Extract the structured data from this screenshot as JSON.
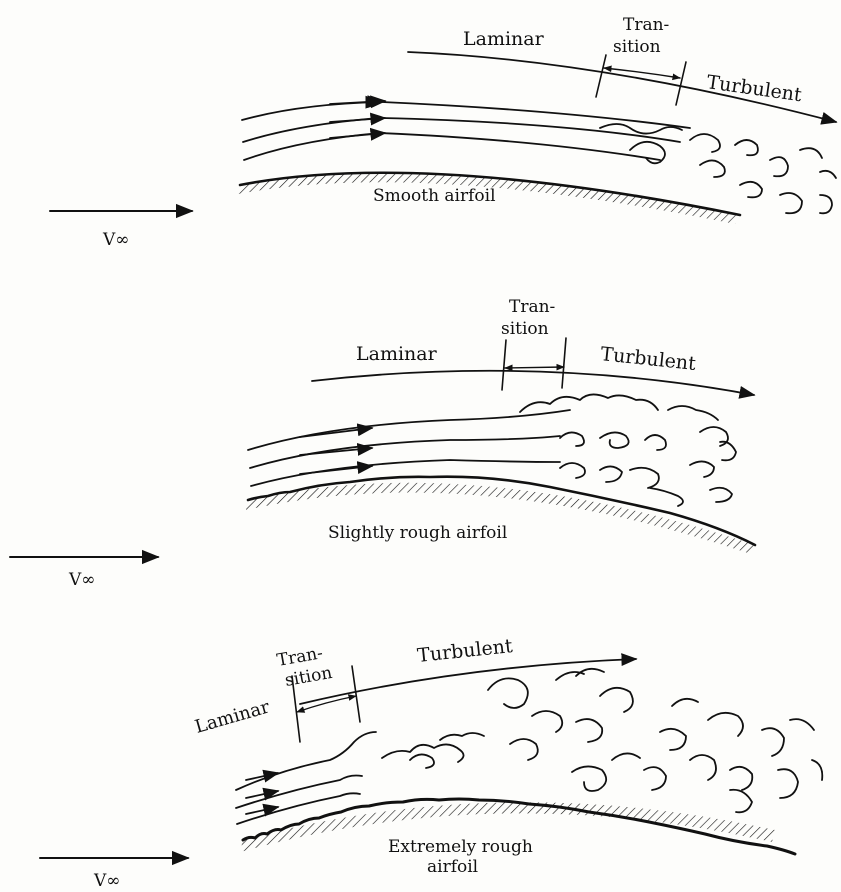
{
  "panels": [
    {
      "id": "smooth",
      "laminar": "Laminar",
      "transition": [
        "Tran-",
        "sition"
      ],
      "turbulent": "Turbulent",
      "surface": [
        "Smooth airfoil"
      ],
      "velocity": "V∞"
    },
    {
      "id": "slightly-rough",
      "laminar": "Laminar",
      "transition": [
        "Tran-",
        "sition"
      ],
      "turbulent": "Turbulent",
      "surface": [
        "Slightly rough airfoil"
      ],
      "velocity": "V∞"
    },
    {
      "id": "extremely-rough",
      "laminar": "Laminar",
      "transition": [
        "Tran-",
        "sition"
      ],
      "turbulent": "Turbulent",
      "surface": [
        "Extremely rough",
        "airfoil"
      ],
      "velocity": "V∞"
    }
  ],
  "colors": {
    "ink": "#111111",
    "paper": "#fdfdfb"
  }
}
